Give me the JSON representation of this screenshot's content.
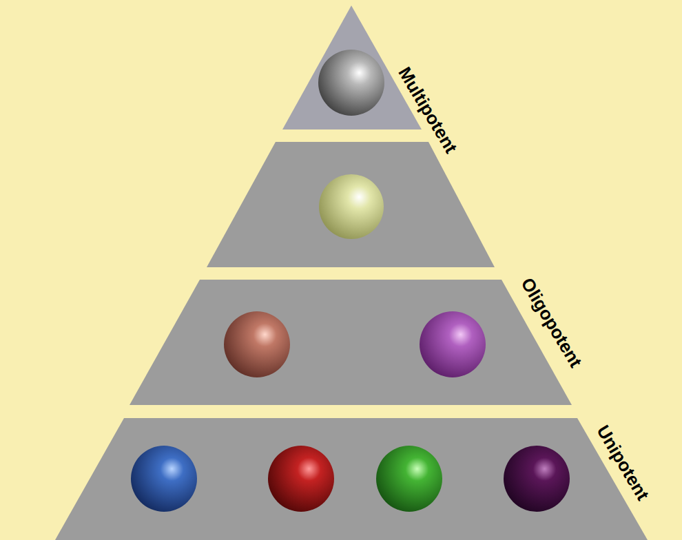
{
  "diagram": {
    "labels": [
      "Multipotent",
      "Oligopotent",
      "Unipotent"
    ]
  }
}
